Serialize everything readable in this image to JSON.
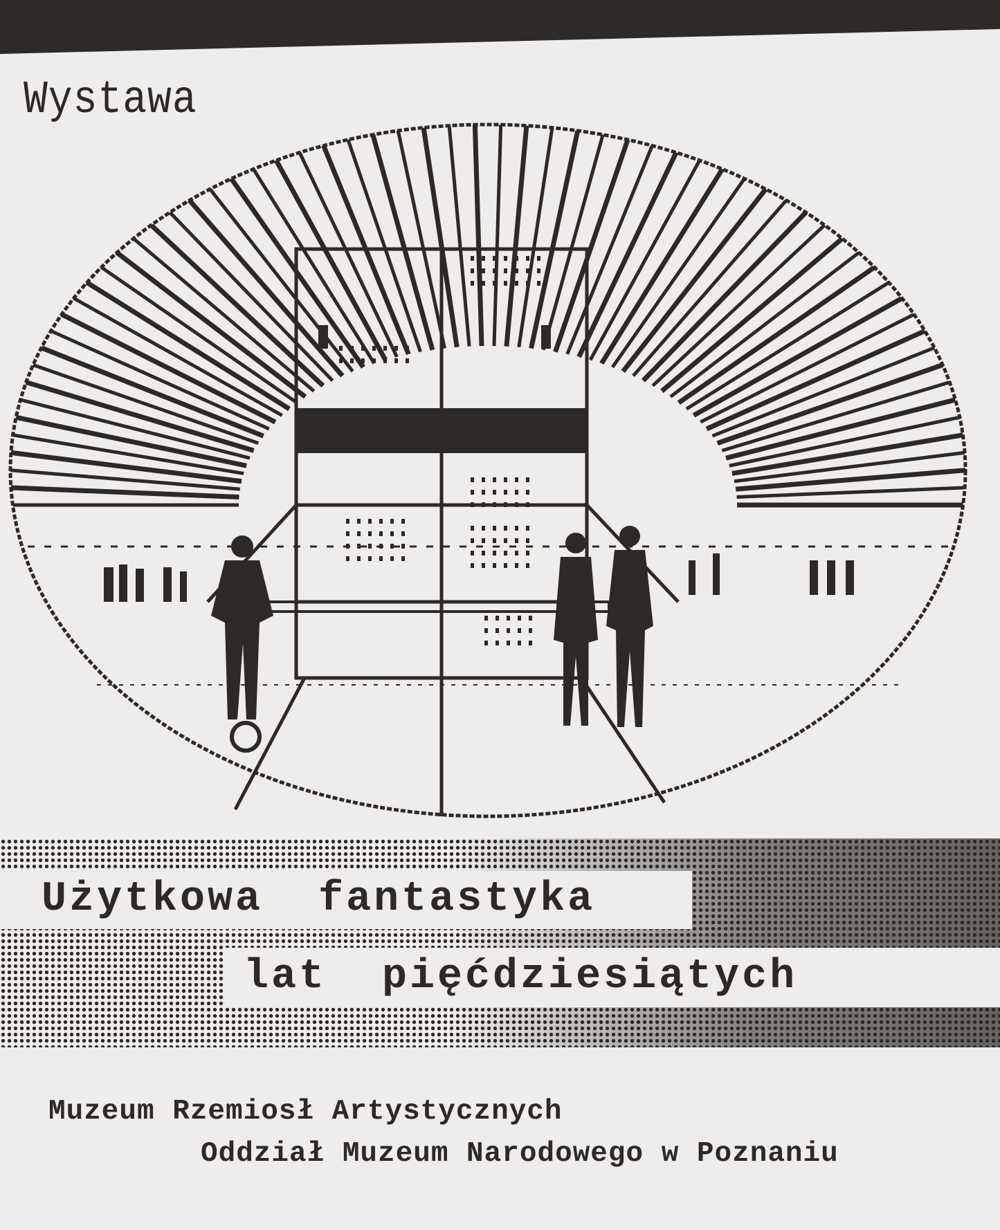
{
  "cover": {
    "label": "Wystawa",
    "title_line1": "Użytkowa  fantastyka",
    "title_line2": "lat  pięćdziesiątych",
    "publisher_line1": "Muzeum Rzemiosł Artystycznych",
    "publisher_line2": "Oddział Muzeum Narodowego w Poznaniu"
  },
  "colors": {
    "ink": "#2e2826",
    "paper": "#eeedeb"
  }
}
